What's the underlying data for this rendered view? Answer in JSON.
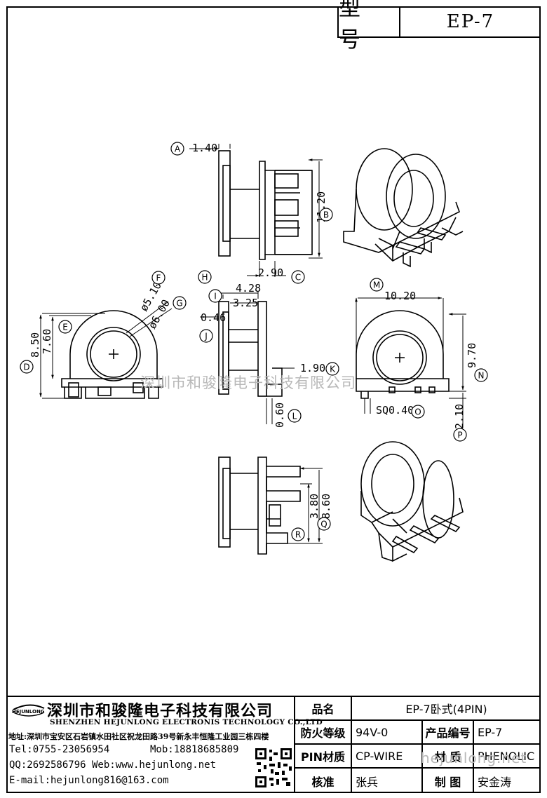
{
  "header": {
    "model_label": "型 号",
    "model_value": "EP-7"
  },
  "dimensions": {
    "A": "1.40",
    "B": "11.20",
    "C": "2.90",
    "F": "ø5.10",
    "G": "ø6.00",
    "H": "4.28",
    "I": "3.25",
    "J": "0.46",
    "D": "8.50",
    "E": "7.60",
    "K": "1.90",
    "L": "0.60",
    "M": "10.20",
    "N": "9.70",
    "O": "SQ0.40",
    "P": "2.10",
    "Q": "8.60",
    "R": "3.80"
  },
  "callouts": [
    "A",
    "B",
    "C",
    "D",
    "E",
    "F",
    "G",
    "H",
    "I",
    "J",
    "K",
    "L",
    "M",
    "N",
    "O",
    "P",
    "Q",
    "R"
  ],
  "watermark": {
    "center": "深圳市和骏隆电子科技有限公司",
    "bottom": "hejunlong.net"
  },
  "company": {
    "logo_text": "HEJUNLONG",
    "name_cn": "深圳市和骏隆电子科技有限公司",
    "name_en": "SHENZHEN HEJUNLONG ELECTRONIS TECHNOLOGY CO.,LTD",
    "address": "地址:深圳市宝安区石岩镇水田社区祝龙田路39号新永丰恒隆工业园三栋四楼",
    "tel": "Tel:0755-23056954",
    "mob": "Mob:18818685809",
    "qq_web": "QQ:2692586796 Web:www.hejunlong.net",
    "email": "E-mail:hejunlong816@163.com"
  },
  "title_block": {
    "product_name_label": "品名",
    "product_name_value": "EP-7卧式(4PIN)",
    "flame_label": "防火等级",
    "flame_value": "94V-0",
    "code_label": "产品编号",
    "code_value": "EP-7",
    "pin_label": "PIN材质",
    "pin_value": "CP-WIRE",
    "material_label": "材 质",
    "material_value": "PHENOLIC",
    "checker_label": "核准",
    "checker_value": "张兵",
    "drawer_label": "制 图",
    "drawer_value": "安金涛"
  }
}
